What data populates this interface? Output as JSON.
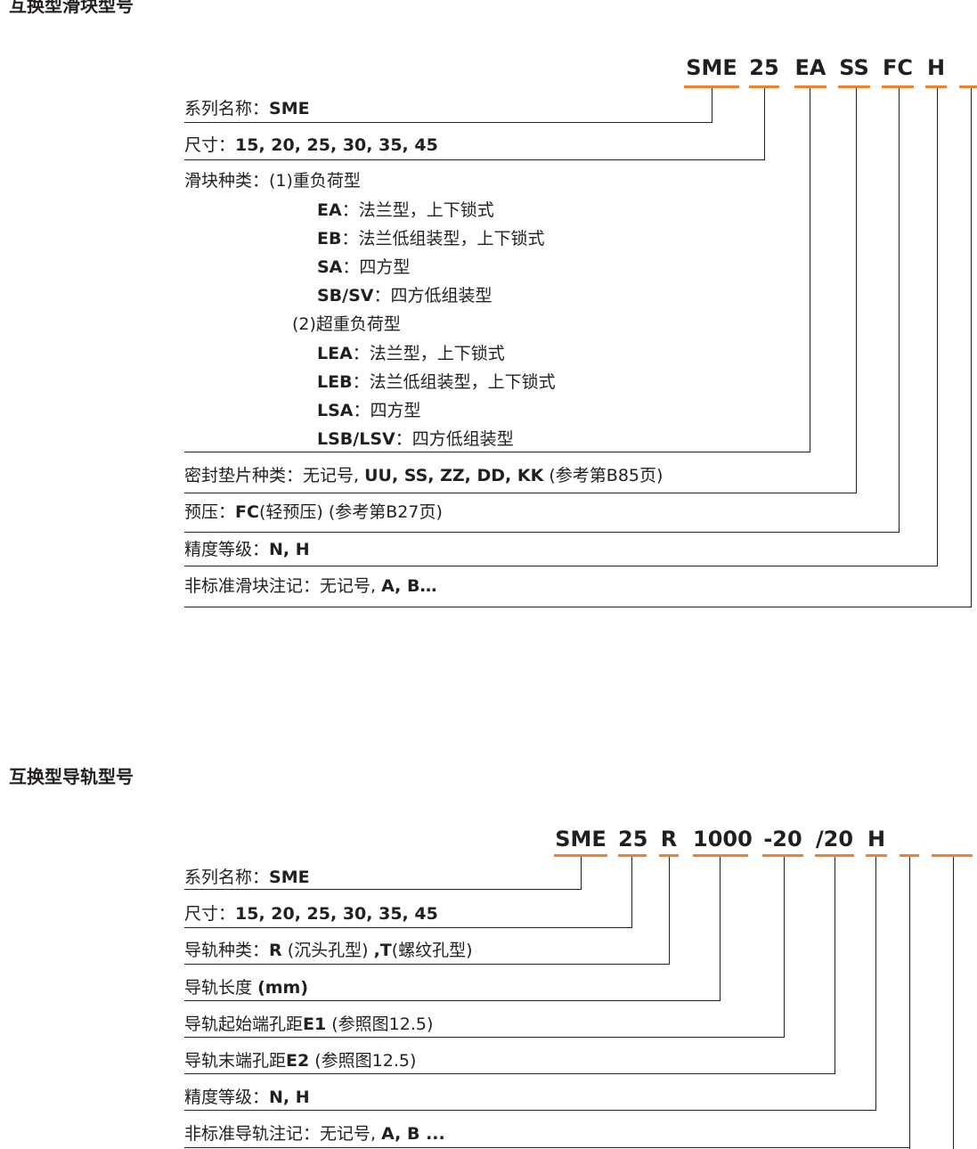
{
  "accent_color": "#f07f2e",
  "line_color": "#231f20",
  "block": {
    "title": "互换型滑块型号",
    "codes": [
      "SME",
      "25",
      "EA",
      "SS",
      "FC",
      "H",
      ""
    ],
    "series": {
      "label": "系列名称：",
      "value": "SME"
    },
    "size": {
      "label": "尺寸：",
      "value": "15, 20, 25, 30, 35, 45"
    },
    "type": {
      "label": "滑块种类：",
      "group1": "(1)重负荷型",
      "group1_items": [
        {
          "code": "EA",
          "desc": "：法兰型，上下锁式"
        },
        {
          "code": "EB",
          "desc": "：法兰低组装型，上下锁式"
        },
        {
          "code": "SA",
          "desc": "：四方型"
        },
        {
          "code": "SB/SV",
          "desc": "：四方低组装型"
        }
      ],
      "group2": "(2)超重负荷型",
      "group2_items": [
        {
          "code": "LEA",
          "desc": "：法兰型，上下锁式"
        },
        {
          "code": "LEB",
          "desc": "：法兰低组装型，上下锁式"
        },
        {
          "code": "LSA",
          "desc": "：四方型"
        },
        {
          "code": "LSB/LSV",
          "desc": "：四方低组装型"
        }
      ]
    },
    "seal": {
      "label": "密封垫片种类：无记号,",
      "value": "UU, SS, ZZ, DD, KK",
      "note": "(参考第B85页)"
    },
    "preload": {
      "label": "预压：",
      "value": "FC",
      "note": "(轻预压) (参考第B27页)"
    },
    "accuracy": {
      "label": "精度等级：",
      "value": "N, H"
    },
    "nonstandard": {
      "label": "非标准滑块注记：无记号,",
      "value": "A, B…"
    }
  },
  "rail": {
    "title": "互换型导轨型号",
    "codes": [
      "SME",
      "25",
      "R",
      "1000",
      "-20",
      "/20",
      "H",
      "",
      ""
    ],
    "series": {
      "label": "系列名称：",
      "value": "SME"
    },
    "size": {
      "label": "尺寸：",
      "value": "15, 20, 25, 30, 35, 45"
    },
    "type": {
      "label": "导轨种类：",
      "r": "R",
      "r_desc": "(沉头孔型)",
      "t": ",T",
      "t_desc": "(螺纹孔型)"
    },
    "length": {
      "label": "导轨长度",
      "unit": "(mm)"
    },
    "e1": {
      "label": "导轨起始端孔距",
      "key": "E1",
      "note": "(参照图12.5)"
    },
    "e2": {
      "label": "导轨末端孔距",
      "key": "E2",
      "note": "(参照图12.5)"
    },
    "accuracy": {
      "label": "精度等级：",
      "value": "N, H"
    },
    "nonstandard": {
      "label": "非标准导轨注记：无记号,",
      "value": "A, B ..."
    }
  }
}
